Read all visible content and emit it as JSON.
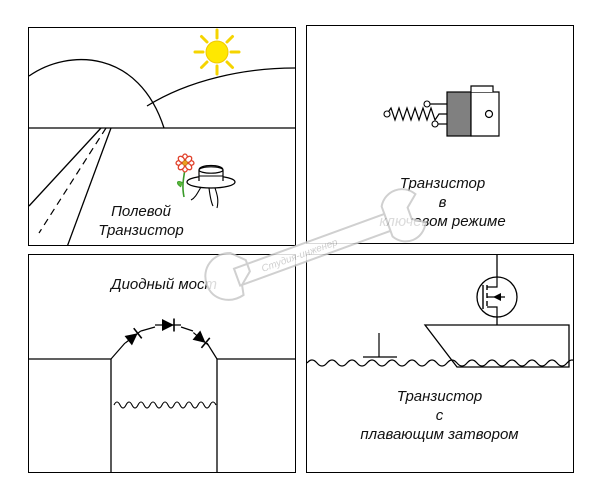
{
  "panels": {
    "field": {
      "caption_line1": "Полевой",
      "caption_line2": "Транзистор"
    },
    "switch": {
      "caption_line1": "Транзистор",
      "caption_line2": "в",
      "caption_line3": "ключевом режиме"
    },
    "bridge": {
      "caption": "Диодный мост"
    },
    "floating": {
      "caption_line1": "Транзистор",
      "caption_line2": "с",
      "caption_line3": "плавающим затвором"
    }
  },
  "watermark": {
    "text": "Студия-инженер"
  },
  "colors": {
    "sun": "#ffe800",
    "sun_rays": "#f5d400",
    "flower": "#e0402a",
    "stem": "#3a9a2a",
    "transistor_tab": "#808080",
    "watermark": "#c8c8c8"
  }
}
